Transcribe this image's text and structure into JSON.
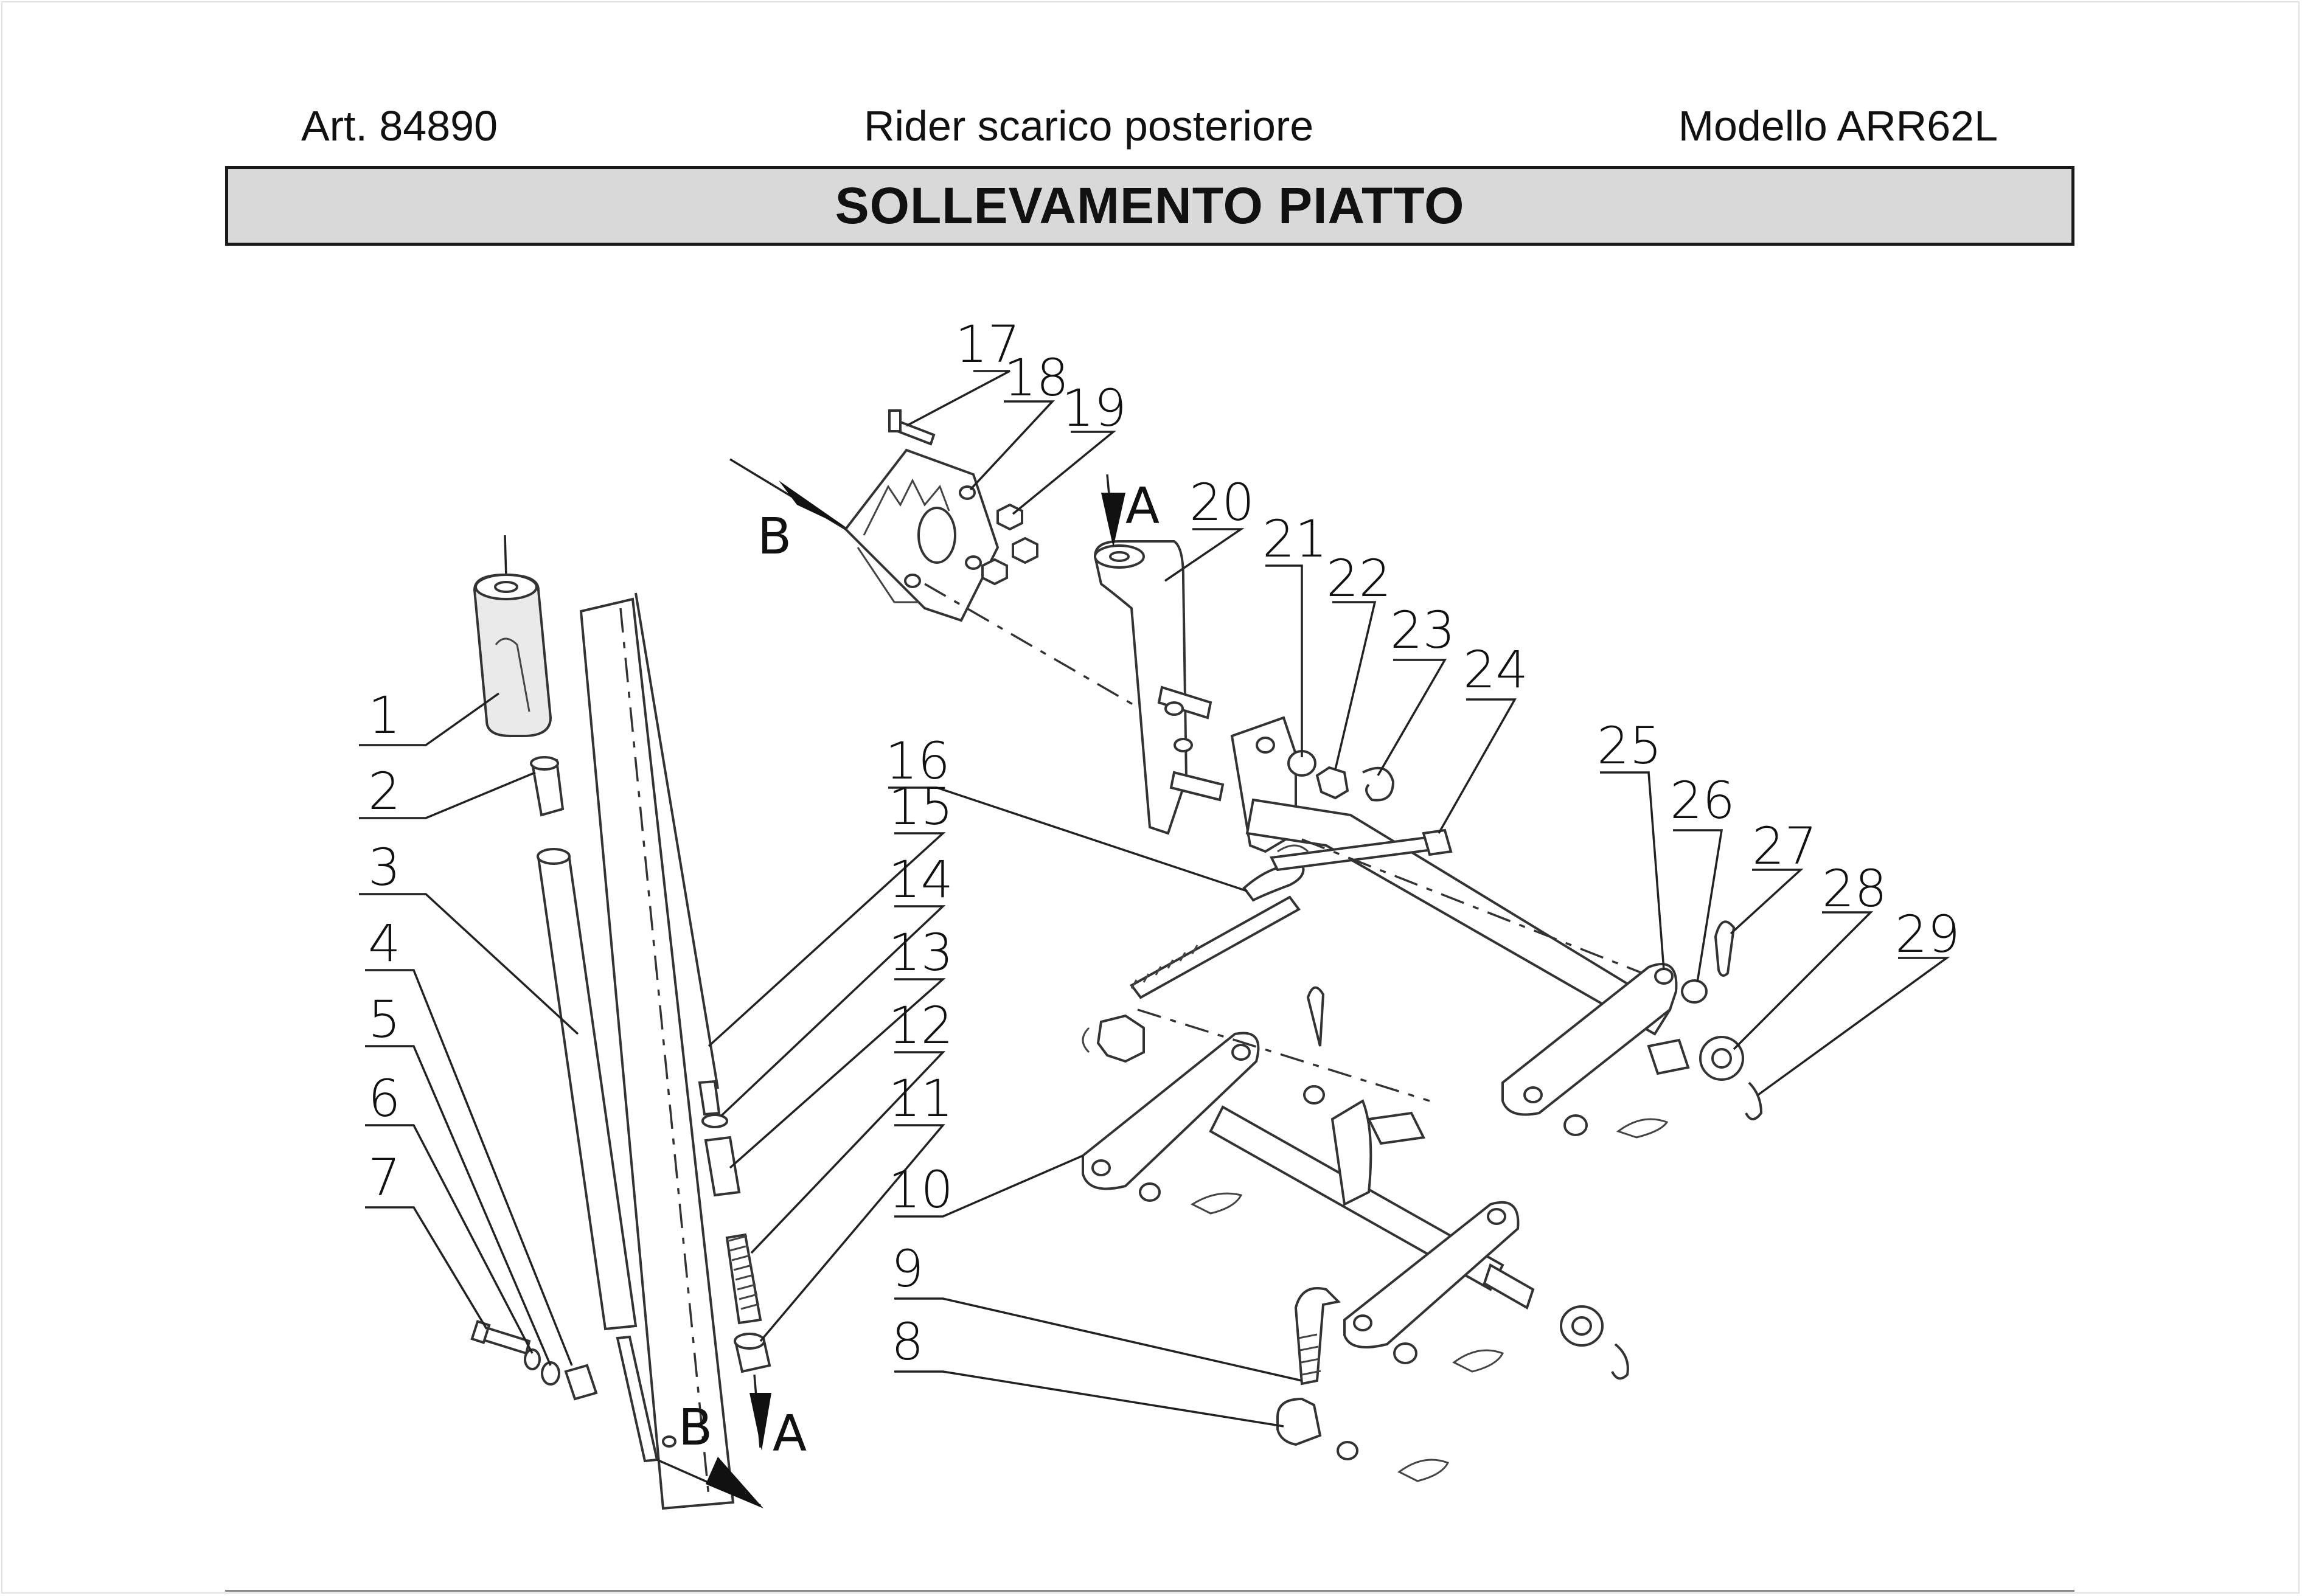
{
  "header": {
    "article": "Art. 84890",
    "description": "Rider scarico posteriore",
    "model": "Modello ARR62L"
  },
  "title": "SOLLEVAMENTO PIATTO",
  "callouts": [
    "1",
    "2",
    "3",
    "4",
    "5",
    "6",
    "7",
    "8",
    "9",
    "10",
    "11",
    "12",
    "13",
    "14",
    "15",
    "16",
    "17",
    "18",
    "19",
    "20",
    "21",
    "22",
    "23",
    "24",
    "25",
    "26",
    "27",
    "28",
    "29"
  ],
  "view_markers": {
    "a_top": "A",
    "a_bottom": "A",
    "b_top": "B",
    "b_bottom": "B"
  }
}
